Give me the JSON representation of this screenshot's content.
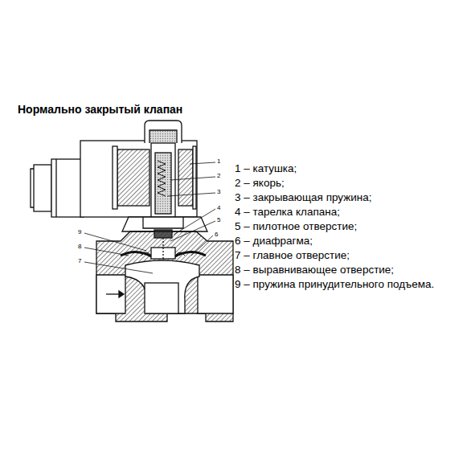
{
  "diagram": {
    "title": "Нормально закрытый клапан",
    "labels": [
      "1",
      "2",
      "3",
      "4",
      "5",
      "6",
      "9",
      "8",
      "7",
      "1 – катушка;",
      "2 – якорь;",
      "3 – закрывающая пружина;",
      "4 – тарелка клапана;",
      "5 – пилотное отверстие;",
      "6 – диафрагма;",
      "7 – главное отверстие;",
      "8 – выравнивающее отверстие;",
      "9 – пружина принудительного подъема."
    ]
  }
}
